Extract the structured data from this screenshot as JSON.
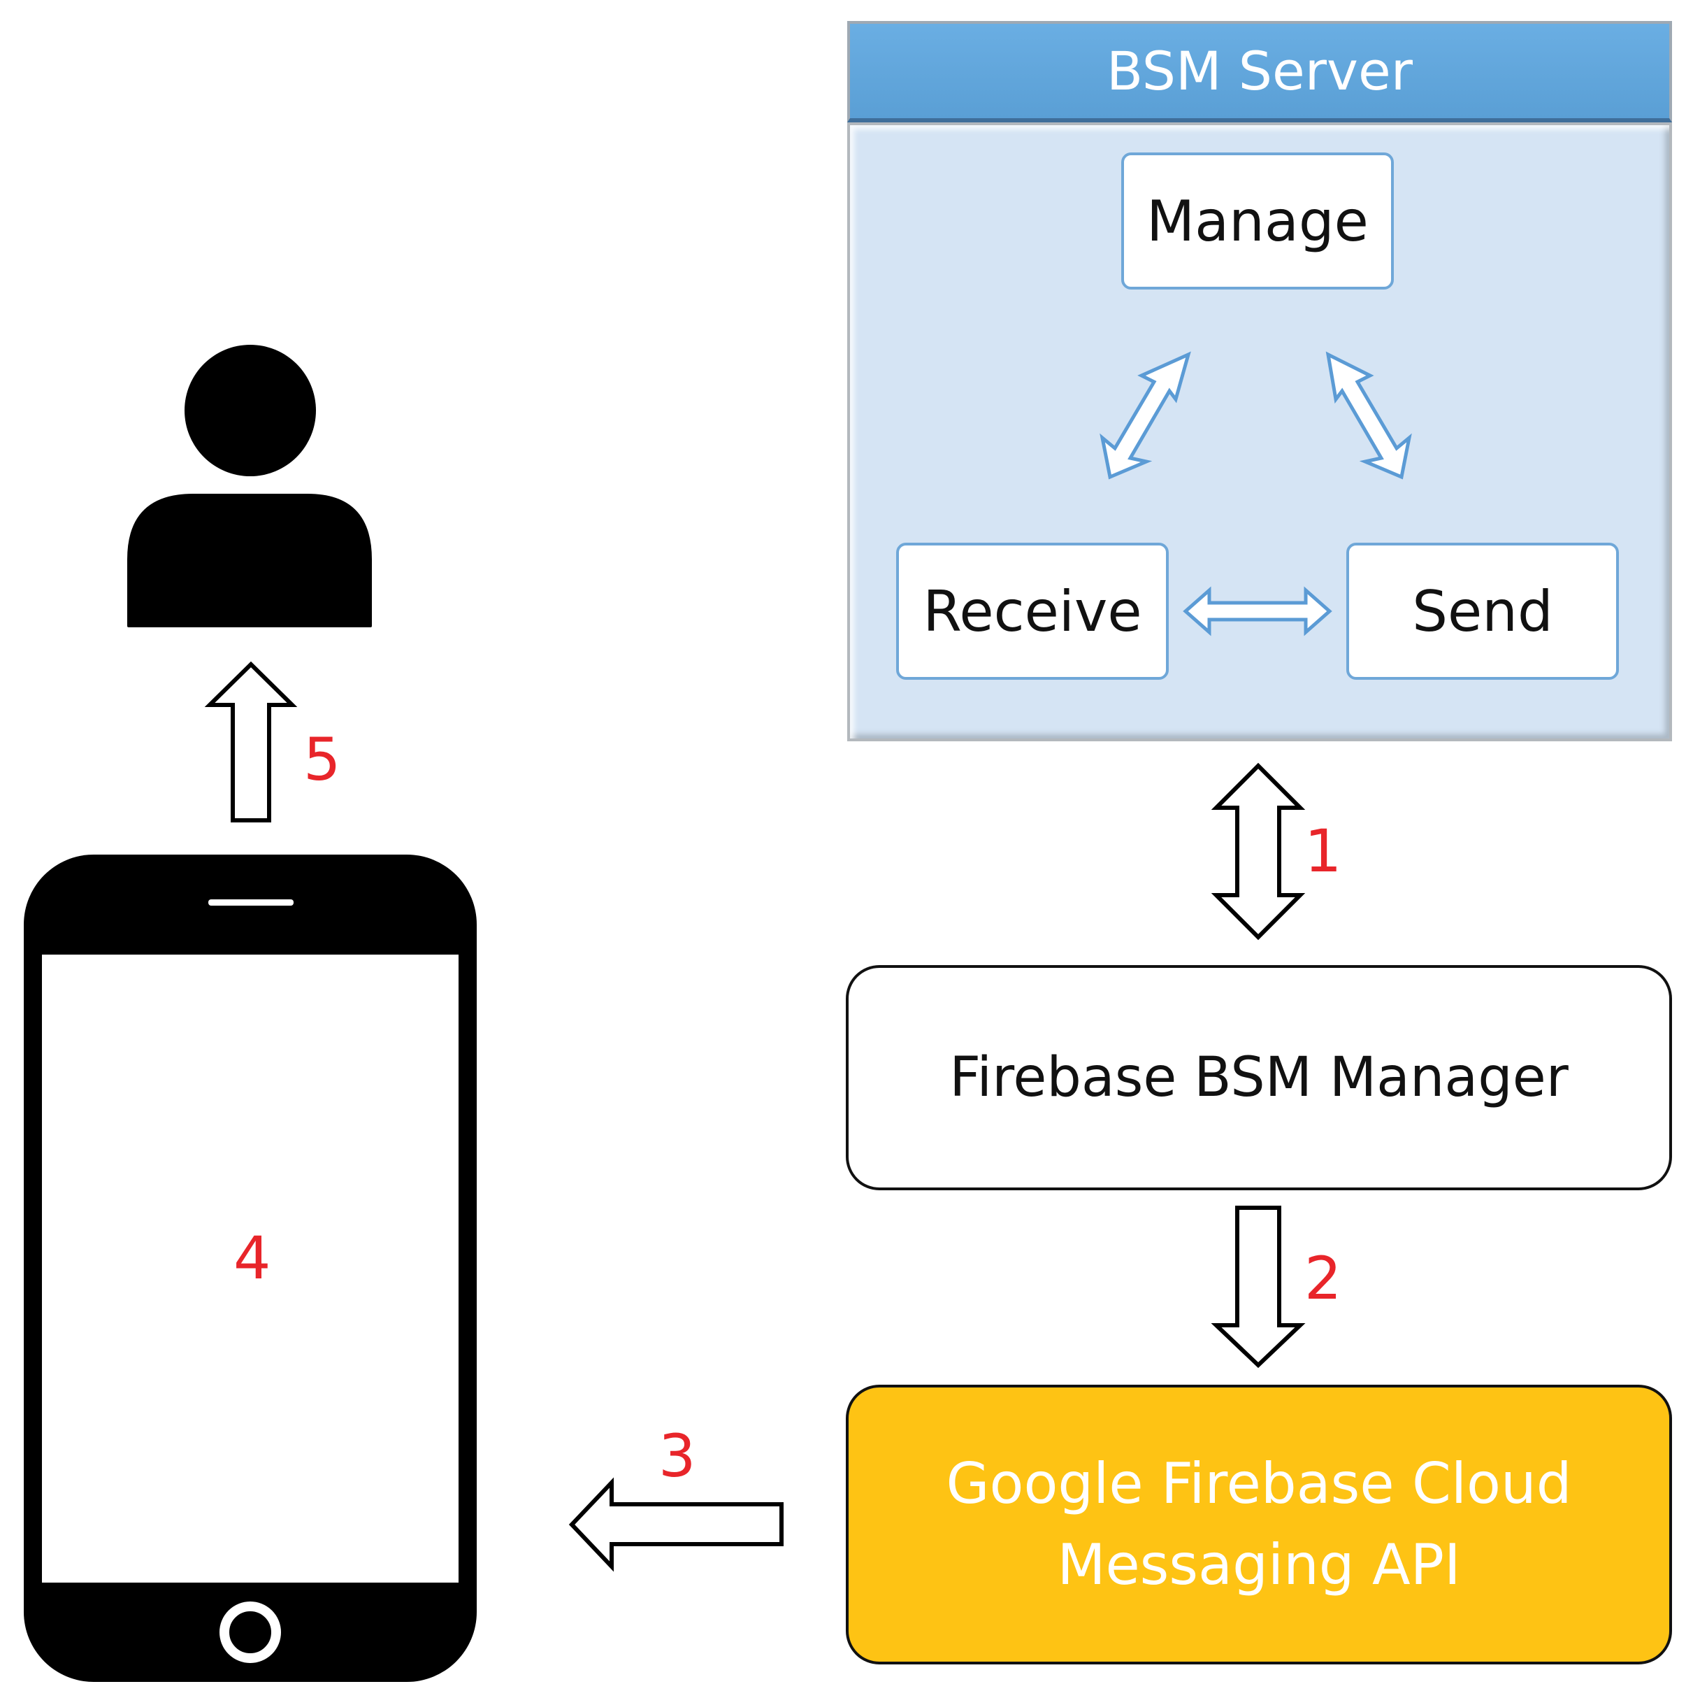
{
  "server": {
    "title": "BSM Server",
    "manage": "Manage",
    "receive": "Receive",
    "send": "Send"
  },
  "firebase_manager": {
    "label": "Firebase BSM Manager"
  },
  "fcm_api": {
    "line1": "Google Firebase Cloud",
    "line2": "Messaging API"
  },
  "steps": {
    "s1": "1",
    "s2": "2",
    "s3": "3",
    "s4": "4",
    "s5": "5"
  },
  "colors": {
    "server_header": "#5fa4da",
    "server_body": "#d5e4f4",
    "inner_border": "#6fa7d8",
    "fcm_fill": "#fec314",
    "step_number": "#e8252a"
  }
}
